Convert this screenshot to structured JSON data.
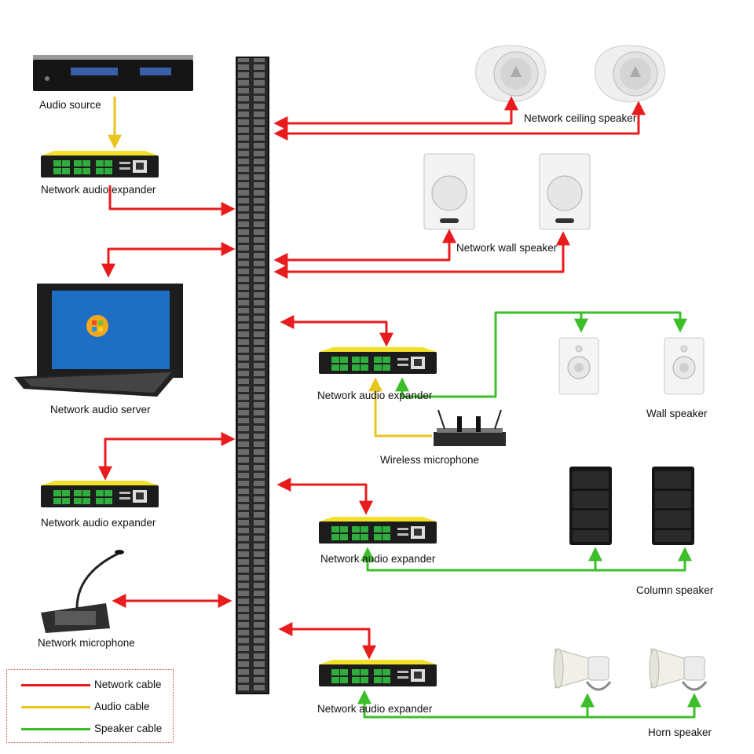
{
  "labels": {
    "audio_source": "Audio source",
    "expander_top_left": "Network audio expander",
    "audio_server": "Network audio server",
    "expander_mid_left": "Network audio expander",
    "network_microphone": "Network microphone",
    "ceiling_speaker": "Network ceiling speaker",
    "wall_network_speaker": "Network wall speaker",
    "expander_right_1": "Network audio expander",
    "wall_speaker": "Wall speaker",
    "wireless_microphone": "Wireless microphone",
    "expander_right_2": "Network audio expander",
    "column_speaker": "Column speaker",
    "expander_right_3": "Network audio expander",
    "horn_speaker": "Horn speaker"
  },
  "legend": [
    {
      "label": "Network cable",
      "color": "#e81c1c"
    },
    {
      "label": "Audio cable",
      "color": "#e8c51c"
    },
    {
      "label": "Speaker cable",
      "color": "#3cbf2a"
    }
  ],
  "colors": {
    "network": "#e81c1c",
    "audio": "#e8c51c",
    "speaker": "#3cbf2a",
    "expander_accent": "#f2e12a"
  }
}
